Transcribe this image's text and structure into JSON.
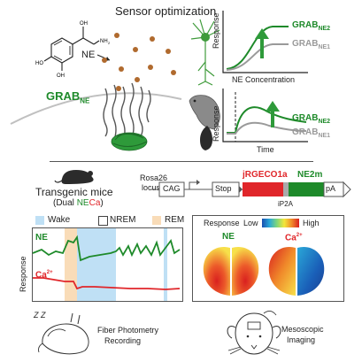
{
  "title": "Sensor optimization",
  "ne_label": "NE",
  "grab_ne": {
    "main": "GRAB",
    "sub": "NE"
  },
  "top_chart": {
    "ylabel": "Response",
    "xlabel": "NE Concentration",
    "series": [
      {
        "name_main": "GRAB",
        "name_sub": "NE2",
        "color": "#1e8a2a"
      },
      {
        "name_main": "GRAB",
        "name_sub": "NE1",
        "color": "#9a9a9a"
      }
    ]
  },
  "bottom_chart": {
    "ylabel": "Response",
    "xlabel": "Time",
    "series": [
      {
        "name_main": "GRAB",
        "name_sub": "NE2",
        "color": "#1e8a2a"
      },
      {
        "name_main": "GRAB",
        "name_sub": "NE1",
        "color": "#9a9a9a"
      }
    ]
  },
  "mice": {
    "title": "Transgenic mice",
    "subtitle_pre": "(Dual ",
    "subtitle_ne": "NE",
    "subtitle_ca": "Ca",
    "subtitle_post": ")"
  },
  "construct": {
    "locus_line1": "Rosa26",
    "locus_line2": "locus",
    "cag": "CAG",
    "stop": "Stop",
    "jrgeco": "jRGECO1a",
    "ne2m": "NE2m",
    "ip2a": "iP2A",
    "pa": "pA"
  },
  "legend": {
    "wake": "Wake",
    "nrem": "NREM",
    "rem": "REM",
    "wake_color": "#bfe0f5",
    "rem_color": "#f9dcb8"
  },
  "trace_panel": {
    "ylabel": "Response",
    "ne": "NE",
    "ca_main": "Ca",
    "ca_sup": "2+"
  },
  "colorbar": {
    "label": "Response",
    "low": "Low",
    "high": "High"
  },
  "maps": {
    "ne": "NE",
    "ca_main": "Ca",
    "ca_sup": "2+"
  },
  "fiber": {
    "line1": "Fiber Photometry",
    "line2": "Recording",
    "zzz": "Z Z"
  },
  "meso": {
    "line1": "Mesoscopic",
    "line2": "Imaging"
  }
}
